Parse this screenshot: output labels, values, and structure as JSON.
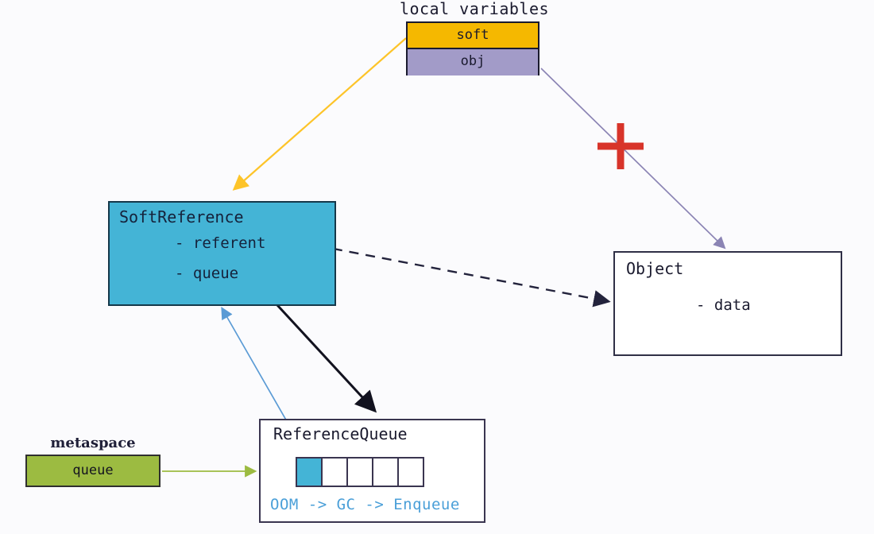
{
  "diagram": {
    "title_local_variables": "local variables",
    "local_variables": {
      "rows": [
        {
          "label": "soft",
          "color": "#f5b800"
        },
        {
          "label": "obj",
          "color": "#a29bc8"
        }
      ]
    },
    "soft_reference": {
      "class_name": "SoftReference",
      "fields": [
        "- referent",
        "- queue"
      ],
      "fill": "#44b4d6"
    },
    "object": {
      "class_name": "Object",
      "fields": [
        "- data"
      ],
      "fill": "#ffffff"
    },
    "reference_queue": {
      "class_name": "ReferenceQueue",
      "cells": [
        "filled",
        "empty",
        "empty",
        "empty",
        "empty"
      ],
      "note": "OOM -> GC -> Enqueue",
      "note_color": "#4a9fd8",
      "cell_fill": "#44b4d6"
    },
    "metaspace": {
      "title": "metaspace",
      "box_label": "queue",
      "fill": "#9cbb41"
    },
    "markers": {
      "broken_link": "red-cross-marker"
    },
    "edges": [
      {
        "name": "soft-to-softreference",
        "from": "soft",
        "to": "SoftReference",
        "style": "solid",
        "color": "#fdc429"
      },
      {
        "name": "obj-to-object",
        "from": "obj",
        "to": "Object",
        "style": "solid",
        "color": "#8b84b4"
      },
      {
        "name": "referent-to-object",
        "from": "- referent",
        "to": "Object",
        "style": "dashed",
        "color": "#23233c"
      },
      {
        "name": "queue-to-referencequeue",
        "from": "- queue",
        "to": "ReferenceQueue",
        "style": "solid",
        "color": "#12121f"
      },
      {
        "name": "referencequeue-to-softreference",
        "from": "ReferenceQueue cell",
        "to": "SoftReference",
        "style": "solid",
        "color": "#5b9bd5"
      },
      {
        "name": "metaspace-to-referencequeue",
        "from": "metaspace queue",
        "to": "ReferenceQueue",
        "style": "solid",
        "color": "#9cbb41"
      }
    ]
  }
}
